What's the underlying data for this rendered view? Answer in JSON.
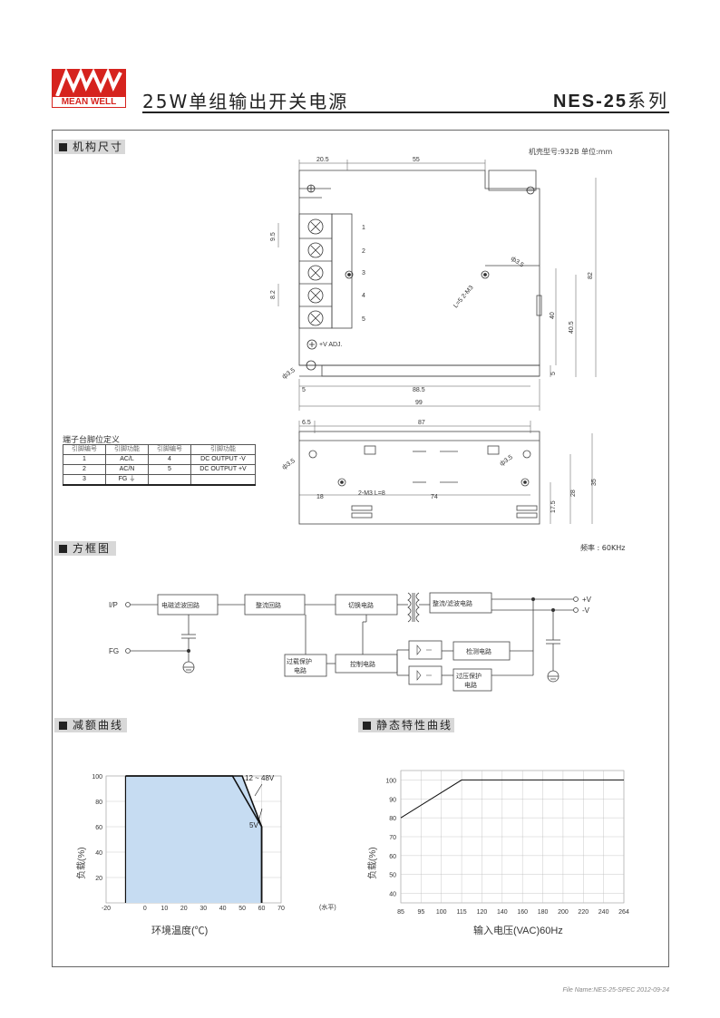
{
  "header": {
    "logo_text": "MEAN WELL",
    "title": "25W单组输出开关电源",
    "model": "NES-25",
    "model_suffix": "系列"
  },
  "sections": {
    "mechanical": "机构尺寸",
    "block_diagram": "方框图",
    "derating": "减额曲线",
    "static": "静态特性曲线"
  },
  "mechanical": {
    "case_info": "机壳型号:932B  单位:mm",
    "dims_top": [
      "20.5",
      "55"
    ],
    "dims_left": [
      "9.5",
      "8.2"
    ],
    "terminal_numbers": [
      "1",
      "2",
      "3",
      "4",
      "5"
    ],
    "vadj": "+V ADJ.",
    "hole_label": "ф3.5",
    "screw_label": "L=5  2-M3",
    "dims_right": [
      "82",
      "40",
      "40.5",
      "5"
    ],
    "dims_bottom": [
      "5",
      "88.5",
      "99"
    ],
    "side_dims_top": [
      "6.5",
      "87"
    ],
    "side_hole_label": "ф3.5",
    "side_screw_label": "2-M3  L=8",
    "side_dims_bottom": [
      "18",
      "74"
    ],
    "side_dims_right": [
      "17.5",
      "28",
      "35"
    ]
  },
  "pin_table": {
    "caption": "端子台脚位定义",
    "headers": [
      "引脚编号",
      "引脚功能",
      "引脚编号",
      "引脚功能"
    ],
    "rows": [
      [
        "1",
        "AC/L",
        "4",
        "DC OUTPUT -V"
      ],
      [
        "2",
        "AC/N",
        "5",
        "DC OUTPUT +V"
      ],
      [
        "3",
        "FG ⏚",
        "",
        ""
      ]
    ]
  },
  "block": {
    "freq": "频率 : 60KHz",
    "ip": "I/P",
    "fg": "FG",
    "emi": "电磁滤波回路",
    "rect": "整流回路",
    "switch": "切换电路",
    "out_rect": "整流/滤波电路",
    "ovp": "过载保护",
    "ovp2": "电路",
    "ctrl": "控制电路",
    "detect": "检测电路",
    "ovp_out": "过压保护",
    "ovp_out2": "电路",
    "vplus": "+V",
    "vminus": "-V"
  },
  "chart_data": [
    {
      "type": "area",
      "title": "",
      "xlabel": "环境温度(℃)",
      "ylabel": "负载(%)",
      "x_unit": "(水平)",
      "xlim": [
        -20,
        70
      ],
      "ylim": [
        0,
        100
      ],
      "x_ticks": [
        "-20",
        "0",
        "10",
        "20",
        "30",
        "40",
        "50",
        "60",
        "70"
      ],
      "y_ticks": [
        "20",
        "40",
        "60",
        "80",
        "100"
      ],
      "series": [
        {
          "name": "12 ~ 48V",
          "x": [
            -10,
            45,
            60,
            60
          ],
          "y": [
            100,
            100,
            60,
            0
          ]
        },
        {
          "name": "5V",
          "x": [
            -10,
            50,
            60,
            60
          ],
          "y": [
            100,
            100,
            60,
            0
          ]
        }
      ]
    },
    {
      "type": "line",
      "title": "",
      "xlabel": "输入电压(VAC)60Hz",
      "ylabel": "负载(%)",
      "x_ticks": [
        "85",
        "95",
        "100",
        "115",
        "120",
        "140",
        "160",
        "180",
        "200",
        "220",
        "240",
        "264"
      ],
      "y_ticks": [
        "40",
        "50",
        "60",
        "70",
        "80",
        "90",
        "100"
      ],
      "ylim": [
        35,
        105
      ],
      "series": [
        {
          "x": [
            "85",
            "115",
            "264"
          ],
          "y": [
            80,
            100,
            100
          ]
        }
      ]
    }
  ],
  "footer": "File Name:NES-25-SPEC  2012-09-24",
  "colors": {
    "brand": "#d6231e",
    "fill": "#c6dcf2"
  }
}
